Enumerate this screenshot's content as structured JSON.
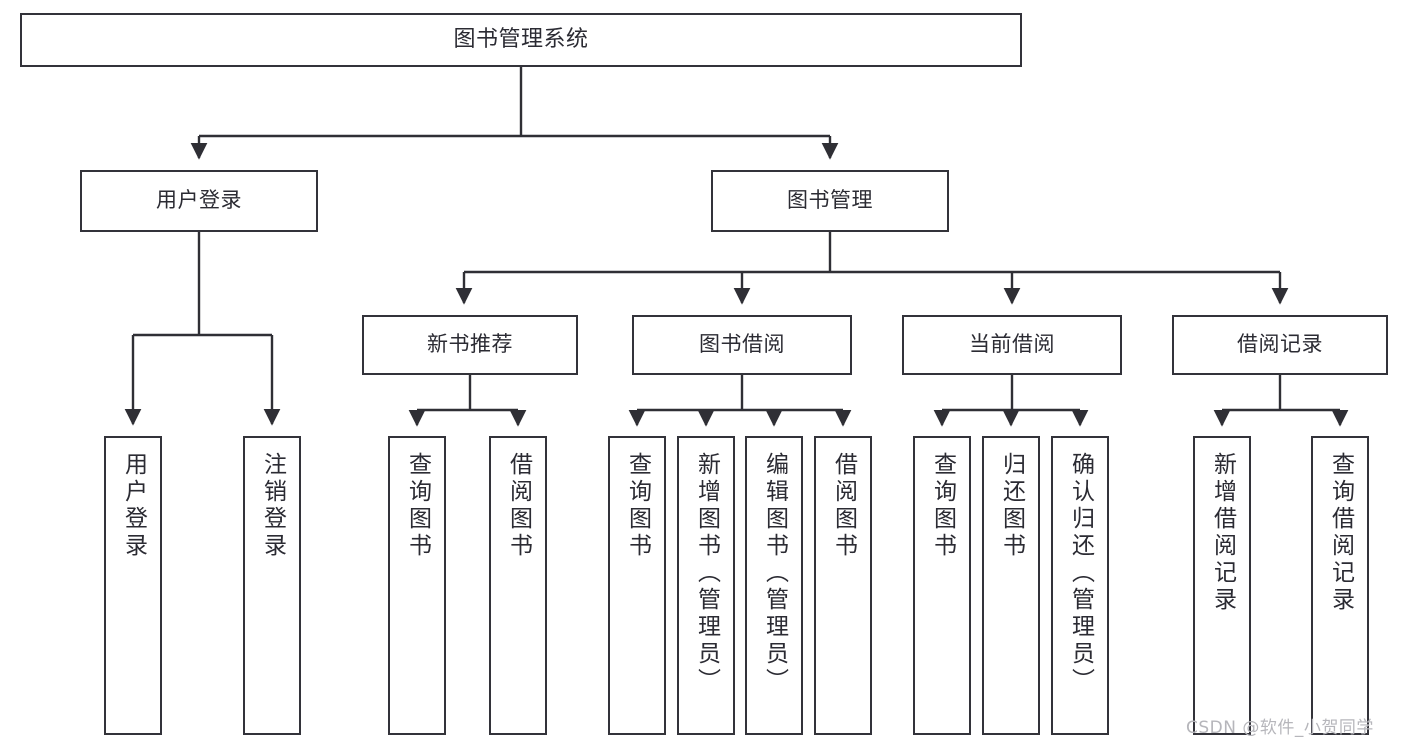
{
  "diagram": {
    "type": "tree-hierarchy",
    "title": "图书管理系统",
    "watermark": "CSDN @软件_小贺同学",
    "colors": {
      "box_border": "#33333a",
      "box_fill": "#ffffff",
      "edge": "#2f2f35",
      "text": "#2b2b33",
      "watermark": "#b6b6bb",
      "background": "#ffffff"
    },
    "nodes": {
      "root": {
        "label": "图书管理系统"
      },
      "level2": [
        {
          "label": "用户登录"
        },
        {
          "label": "图书管理"
        }
      ],
      "level3": [
        {
          "label": "新书推荐"
        },
        {
          "label": "图书借阅"
        },
        {
          "label": "当前借阅"
        },
        {
          "label": "借阅记录"
        }
      ],
      "leaves": {
        "user_login": [
          {
            "label": "用户登录"
          },
          {
            "label": "注销登录"
          }
        ],
        "new_book_recommend": [
          {
            "label": "查询图书"
          },
          {
            "label": "借阅图书"
          }
        ],
        "book_borrow": [
          {
            "label": "查询图书"
          },
          {
            "label": "新增图书（管理员）"
          },
          {
            "label": "编辑图书（管理员）"
          },
          {
            "label": "借阅图书"
          }
        ],
        "current_borrow": [
          {
            "label": "查询图书"
          },
          {
            "label": "归还图书"
          },
          {
            "label": "确认归还（管理员）"
          }
        ],
        "borrow_record": [
          {
            "label": "新增借阅记录"
          },
          {
            "label": "查询借阅记录"
          }
        ]
      }
    }
  }
}
